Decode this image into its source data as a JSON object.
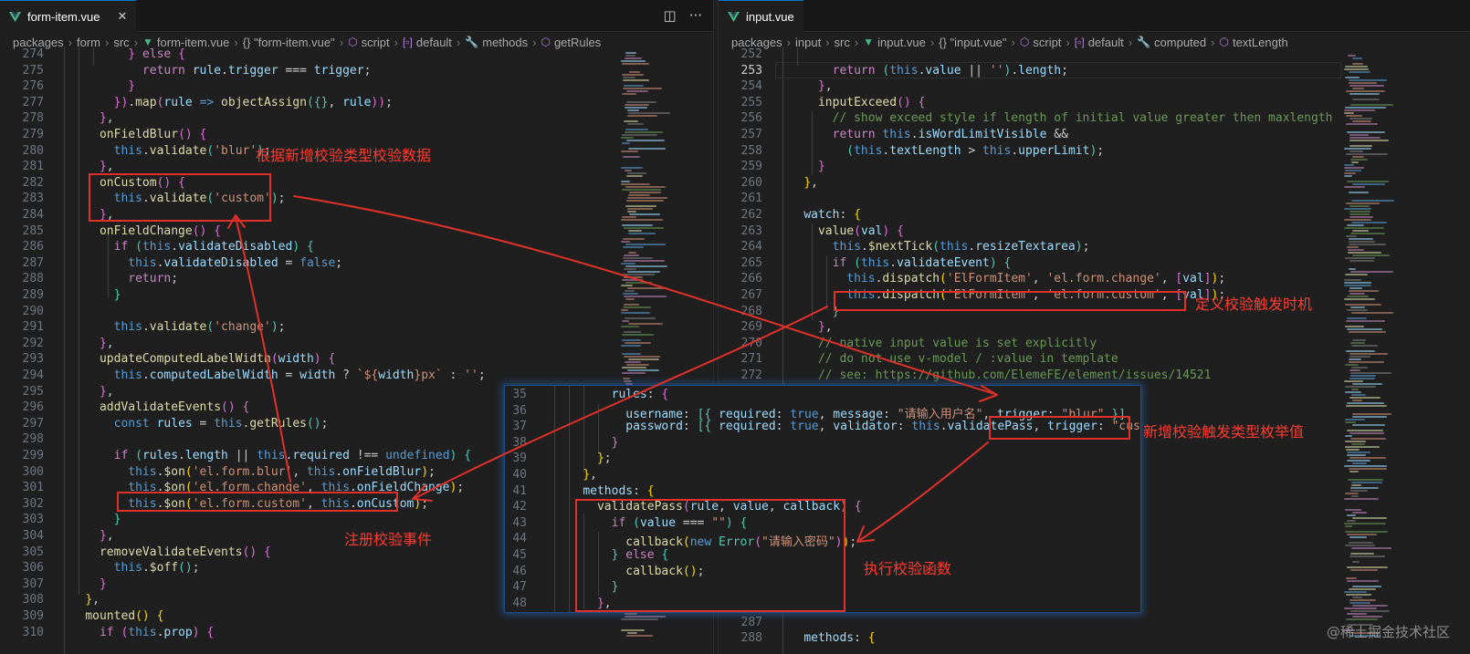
{
  "left": {
    "tab_label": "form-item.vue",
    "breadcrumb": [
      "packages",
      "form",
      "src",
      "form-item.vue",
      "{} \"form-item.vue\"",
      "script",
      "default",
      "methods",
      "getRules"
    ],
    "line_numbers": [
      "274",
      "275",
      "276",
      "277",
      "278",
      "279",
      "280",
      "281",
      "282",
      "283",
      "284",
      "285",
      "286",
      "287",
      "288",
      "289",
      "290",
      "291",
      "292",
      "293",
      "294",
      "295",
      "296",
      "297",
      "298",
      "299",
      "300",
      "301",
      "302",
      "303",
      "304",
      "305",
      "306",
      "307",
      "308",
      "309",
      "310"
    ]
  },
  "right": {
    "tab_label": "input.vue",
    "breadcrumb": [
      "packages",
      "input",
      "src",
      "input.vue",
      "{} \"input.vue\"",
      "script",
      "default",
      "computed",
      "textLength"
    ],
    "line_numbers": [
      "252",
      "253",
      "254",
      "255",
      "256",
      "257",
      "258",
      "259",
      "260",
      "261",
      "262",
      "263",
      "264",
      "265",
      "266",
      "267",
      "268",
      "269",
      "270",
      "271",
      "272"
    ],
    "bottom_line_numbers": [
      "287",
      "288"
    ],
    "active_line": "253"
  },
  "overlay": {
    "line_numbers": [
      "35",
      "36",
      "37",
      "38",
      "39",
      "40",
      "41",
      "42",
      "43",
      "44",
      "45",
      "46",
      "47",
      "48"
    ]
  },
  "annotations": {
    "validate_by_type": "根据新增校验类型校验数据",
    "define_trigger_timing": "定义校验触发时机",
    "add_trigger_enum": "新增校验触发类型枚举值",
    "register_event": "注册校验事件",
    "execute_validator": "执行校验函数"
  },
  "watermark": "@稀土掘金技术社区",
  "colors": {
    "background": "#1f1f1f",
    "annotation_red": "#e0312a",
    "keyword": "#569cd6",
    "string": "#ce9178",
    "function": "#dcdcaa",
    "property": "#9cdcfe",
    "comment": "#6a9955"
  }
}
